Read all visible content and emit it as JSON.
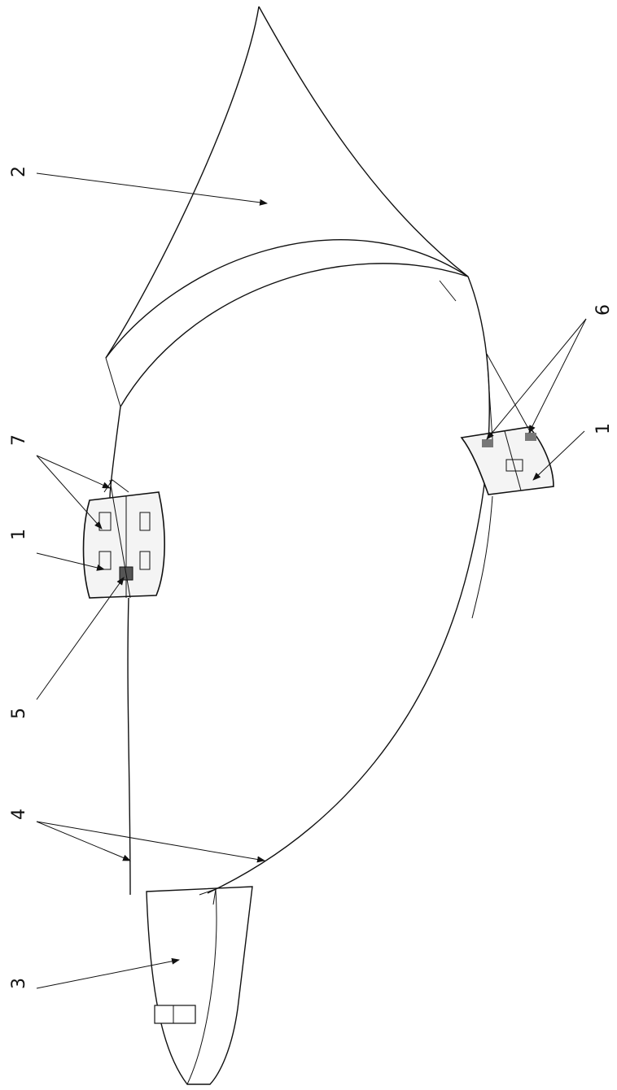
{
  "figure": {
    "labels": {
      "sail": "2",
      "lines": "7",
      "pod_left": "1",
      "pod_right": "1",
      "buckle": "5",
      "tethers": "4",
      "board": "3",
      "handles": "6"
    }
  }
}
